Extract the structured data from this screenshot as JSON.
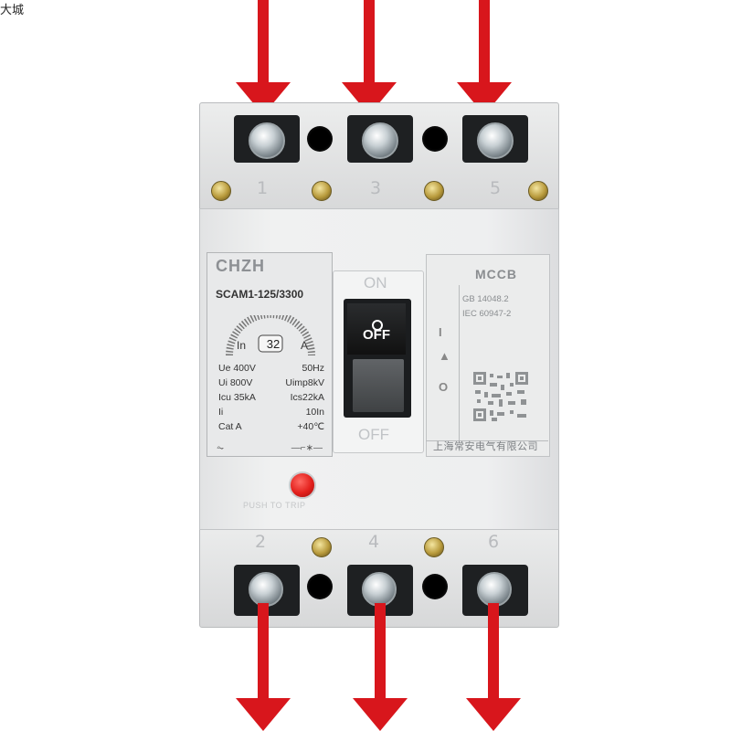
{
  "corner_text": "大城",
  "breaker": {
    "brand": "CHZH",
    "model": "SCAM1-125/3300",
    "dial": {
      "left": "In",
      "value": "32",
      "right": "A"
    },
    "specs": [
      {
        "left": "Ue 400V",
        "right": "50Hz"
      },
      {
        "left": "Ui 800V",
        "right": "Uimp8kV"
      },
      {
        "left": "Icu 35kA",
        "right": "Ics22kA"
      },
      {
        "left": "Ii",
        "right": "10In"
      },
      {
        "left": "Cat  A",
        "right": "+40℃"
      }
    ],
    "switch_on": "ON",
    "switch_off": "OFF",
    "handle_label": "OFF",
    "type_label": "MCCB",
    "standard_1": "GB 14048.2",
    "standard_2": "IEC 60947-2",
    "indicator_1": "I",
    "indicator_2": "▲",
    "indicator_3": "O",
    "company": "上海常安电气有限公司",
    "trip_label": "PUSH TO TRIP",
    "terminals_top": [
      "1",
      "3",
      "5"
    ],
    "terminals_bottom": [
      "2",
      "4",
      "6"
    ]
  },
  "colors": {
    "arrow": "#d8161c",
    "trip_button": "#e3201c"
  }
}
